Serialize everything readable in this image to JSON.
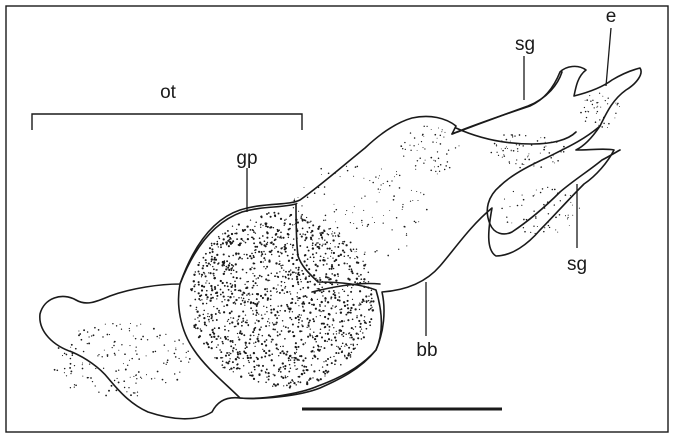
{
  "labels": {
    "ot": "ot",
    "gp": "gp",
    "sg_top": "sg",
    "e": "e",
    "sg_bottom": "sg",
    "bb": "bb"
  }
}
